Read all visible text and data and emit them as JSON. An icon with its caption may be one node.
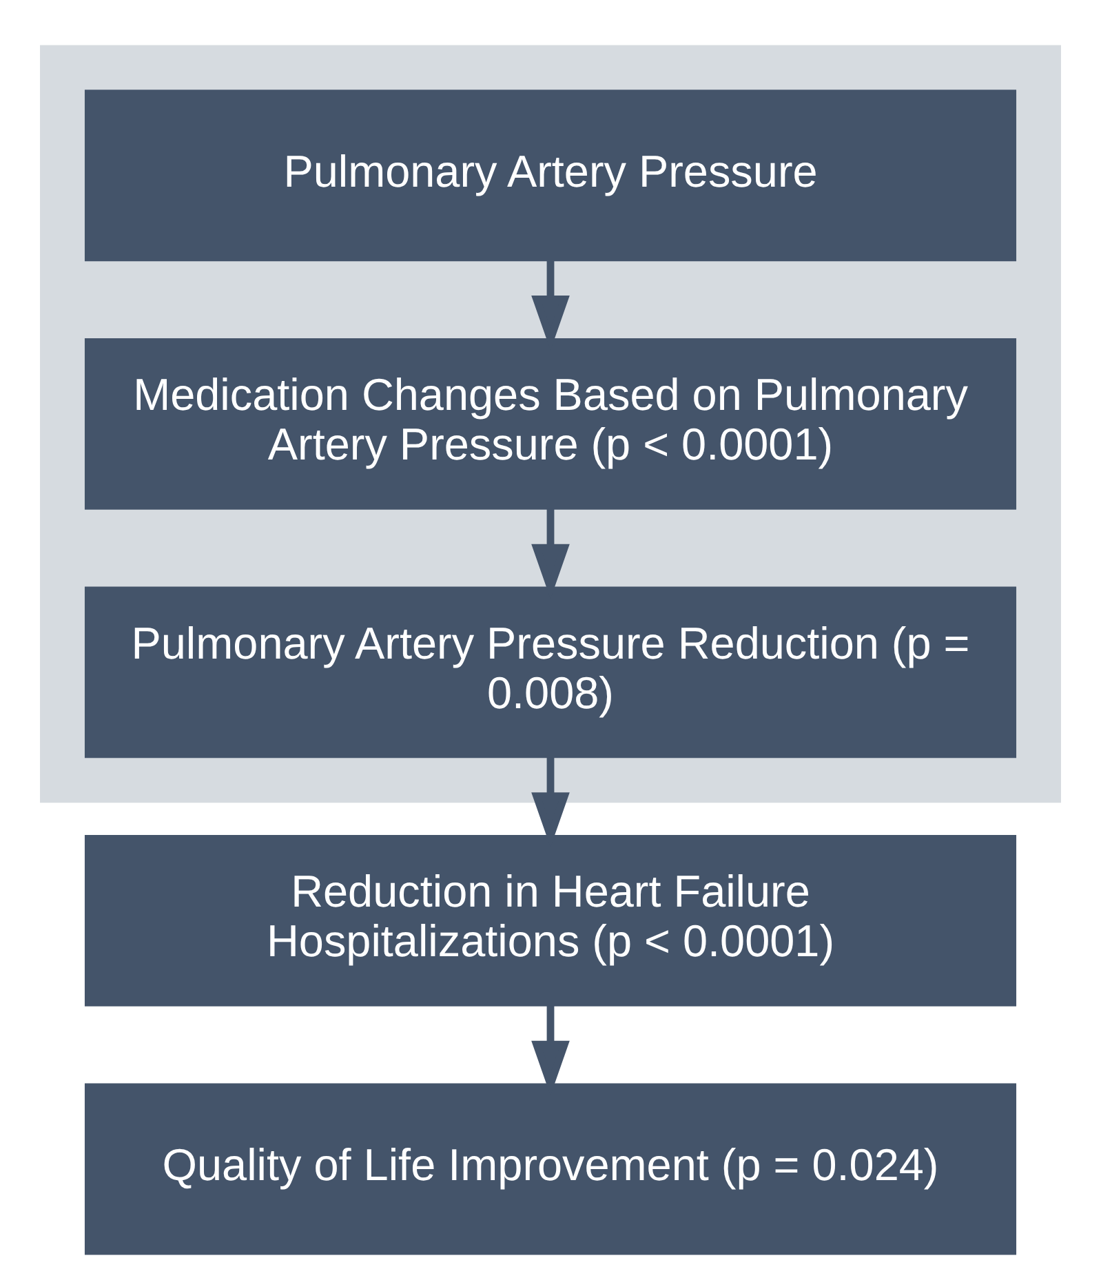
{
  "diagram": {
    "nodes": [
      {
        "text": [],
        "shape": "box"
      },
      {
        "text": [
          "Pulmonary Artery Pressure"
        ],
        "in": 0
      },
      {
        "text": [
          "Medication Changes Based on Pulmonary Artery Pressure (p < 0.0001)"
        ],
        "in": 0
      },
      {
        "text": [
          "Pulmonary Artery Pressure Reduction (p = 0.008)"
        ],
        "in": 0
      },
      {
        "text": [
          "Reduction in Heart Failure Hospitalizations (p < 0.0001)"
        ]
      },
      {
        "text": [
          "Quality of Life Improvement (p = 0.024)"
        ]
      }
    ],
    "edges": [
      {
        "from": 1,
        "to": 2,
        "arrow": "to"
      },
      {
        "from": 2,
        "to": 3,
        "arrow": "to"
      },
      {
        "from": 3,
        "to": 4,
        "arrow": "to"
      },
      {
        "from": 4,
        "to": 5,
        "arrow": "to"
      }
    ]
  }
}
